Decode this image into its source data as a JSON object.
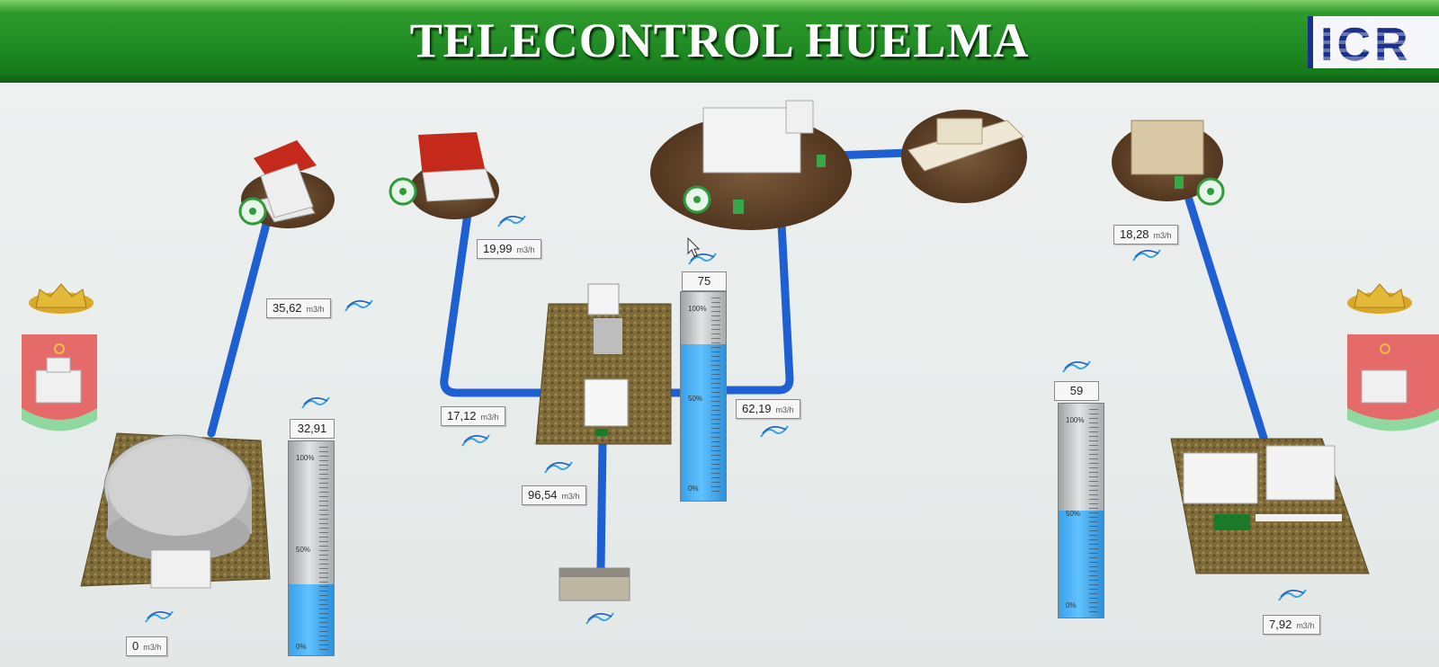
{
  "header": {
    "title": "TELECONTROL HUELMA",
    "logo": "ICR"
  },
  "flows": {
    "f1": {
      "value": "35,62",
      "unit": "m3/h"
    },
    "f2": {
      "value": "19,99",
      "unit": "m3/h"
    },
    "f3": {
      "value": "17,12",
      "unit": "m3/h"
    },
    "f4": {
      "value": "96,54",
      "unit": "m3/h"
    },
    "f5": {
      "value": "62,19",
      "unit": "m3/h"
    },
    "f6": {
      "value": "18,28",
      "unit": "m3/h"
    },
    "f7": {
      "value": "7,92",
      "unit": "m3/h"
    },
    "f8": {
      "value": "0",
      "unit": "m3/h"
    }
  },
  "tanks": {
    "t1": {
      "display": "32,91",
      "level": 0.33,
      "ticks": [
        "100%",
        "50%",
        "0%"
      ]
    },
    "t2": {
      "display": "75",
      "level": 0.75,
      "ticks": [
        "100%",
        "50%",
        "0%"
      ]
    },
    "t3": {
      "display": "59",
      "level": 0.5,
      "ticks": [
        "100%",
        "50%",
        "0%"
      ]
    }
  },
  "icons": {
    "pump": "fan-pump-icon",
    "flowmeter": "flowmeter-icon",
    "crest": "municipal-coat-of-arms",
    "cursor": "mouse-pointer-icon"
  },
  "colors": {
    "header_green": "#1f8a22",
    "pipe_blue": "#1e5fd1",
    "water_blue": "#3aa8f5",
    "ground_brown": "#5a3a22",
    "roof_red": "#c4291c"
  }
}
